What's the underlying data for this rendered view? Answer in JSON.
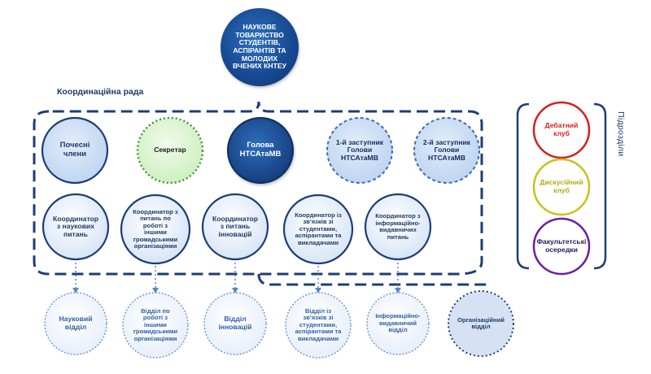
{
  "title": "НАУКОВЕ ТОВАРИСТВО СТУДЕНТІВ, АСПІРАНТІВ ТА МОЛОДИХ ВЧЕНИХ КНТЕУ",
  "council_label": "Координаційна рада",
  "units_label": "Підрозділи",
  "council_members": {
    "honorary": "Почесні\nчлени",
    "secretary": "Секретар",
    "head": "Голова\nНТСАтаМВ",
    "deputy1": "1-й заступник\nГолови\nНТСАтаМВ",
    "deputy2": "2-й заступник\nГолови\nНТСАтаМВ"
  },
  "coordinators": {
    "science": "Координатор\nз наукових\nпитань",
    "civic": "Координатор з\nпитань по\nроботі з\nіншими\nгромадськими\nорганізаціями",
    "innovation": "Координатор\nз питань\nінновацій",
    "relations": "Координатор із\nзв'язків зі\nстудентами,\nаспірантами та\nвикладачами",
    "publishing": "Координатор з\nінформаційно-\nвидавничих\nпитань"
  },
  "departments": {
    "science": "Науковий\nвідділ",
    "civic": "Відділ по\nроботі з\nіншими\nгромадськими\nорганізаціями",
    "innovation": "Відділ\nінновацій",
    "relations": "Відділ із\nзв'язків зі\nстудентами,\nаспірантами та\nвикладачами",
    "publishing": "Інформаційно-\nвидавничий\nвідділ",
    "organization": "Організаційний\nвідділ"
  },
  "clubs": {
    "debate": "Дебатний\nклуб",
    "discussion": "Дискусійний\nклуб",
    "faculty": "Факультетські\nосередки"
  },
  "colors": {
    "dark_blue": "#1c4f95",
    "navy": "#1e3d73",
    "light_blue_fill": "#c5d9f3",
    "pale_fill": "#dde8f7",
    "secretary_fill": "#d9f3ce",
    "secretary_border": "#3f9a36",
    "debate": "#d81e1e",
    "discussion": "#c9c11c",
    "faculty": "#6b1fa0"
  }
}
